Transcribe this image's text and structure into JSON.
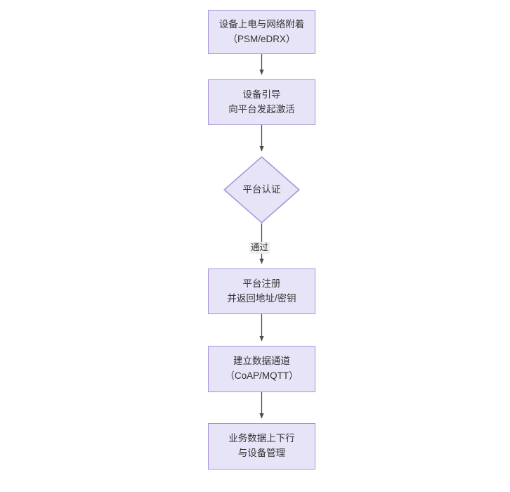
{
  "diagram": {
    "type": "flowchart",
    "orientation": "top-to-bottom",
    "background_color": "#ffffff",
    "node_fill_color": "#e8e4f8",
    "node_border_color": "#a68fd9",
    "node_text_color": "#333333",
    "connector_color": "#4a4a4a",
    "edge_label_background": "#efefef"
  },
  "nodes": [
    {
      "id": "power-on",
      "shape": "rectangle",
      "line1": "设备上电与网络附着",
      "line2": "（PSM/eDRX）"
    },
    {
      "id": "bootstrap",
      "shape": "rectangle",
      "line1": "设备引导",
      "line2": "向平台发起激活"
    },
    {
      "id": "platform-auth",
      "shape": "diamond",
      "line1": "平台认证",
      "line2": ""
    },
    {
      "id": "platform-register",
      "shape": "rectangle",
      "line1": "平台注册",
      "line2": "并返回地址/密钥"
    },
    {
      "id": "data-channel",
      "shape": "rectangle",
      "line1": "建立数据通道",
      "line2": "（CoAP/MQTT）"
    },
    {
      "id": "business-data",
      "shape": "rectangle",
      "line1": "业务数据上下行",
      "line2": "与设备管理"
    }
  ],
  "edges": [
    {
      "id": "e1",
      "from": "power-on",
      "to": "bootstrap",
      "label": ""
    },
    {
      "id": "e2",
      "from": "bootstrap",
      "to": "platform-auth",
      "label": ""
    },
    {
      "id": "e3",
      "from": "platform-auth",
      "to": "platform-register",
      "label": "通过"
    },
    {
      "id": "e4",
      "from": "platform-register",
      "to": "data-channel",
      "label": ""
    },
    {
      "id": "e5",
      "from": "data-channel",
      "to": "business-data",
      "label": ""
    }
  ]
}
